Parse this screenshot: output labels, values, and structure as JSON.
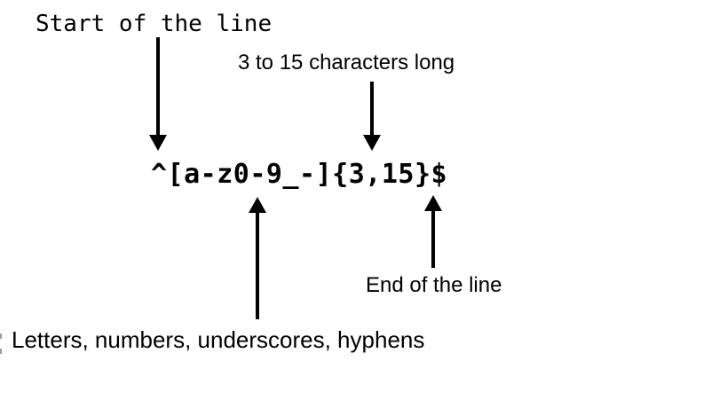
{
  "diagram": {
    "regex": "^[a-z0-9_-]{3,15}$",
    "labels": {
      "start": "Start of the line",
      "length": "3 to 15 characters long",
      "charclass": "Letters, numbers, underscores, hyphens",
      "end": "End of the line"
    },
    "colors": {
      "ink": "#000000",
      "background": "#ffffff"
    }
  }
}
